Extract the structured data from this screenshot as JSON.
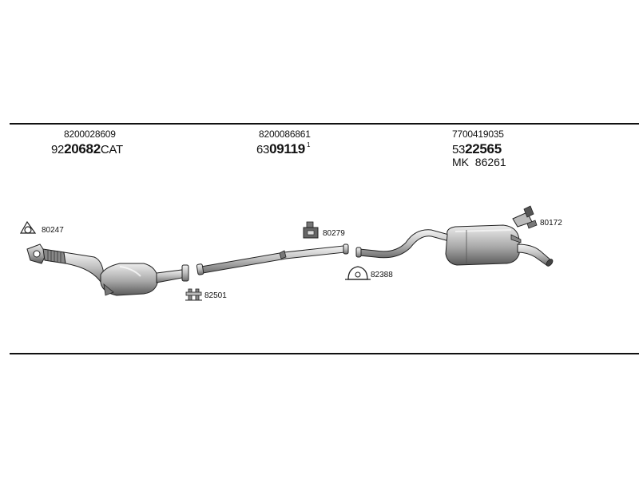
{
  "sections": [
    {
      "oe_number": "8200028609",
      "part_prefix": "92",
      "part_main": "20682",
      "part_suffix": "CAT"
    },
    {
      "oe_number": "8200086861",
      "part_prefix": "63",
      "part_main": "09119",
      "part_suffix": "1"
    },
    {
      "oe_number": "7700419035",
      "part_prefix": "53",
      "part_main": "22565",
      "part_suffix": "",
      "mk_label": "MK",
      "mk_number": "86261"
    }
  ],
  "accessories": [
    {
      "number": "80247",
      "icon": "gasket-ring-icon"
    },
    {
      "number": "82501",
      "icon": "bolt-clamp-icon"
    },
    {
      "number": "80279",
      "icon": "rubber-hanger-icon"
    },
    {
      "number": "82388",
      "icon": "pipe-clamp-icon"
    },
    {
      "number": "80172",
      "icon": "mounting-bracket-icon"
    }
  ]
}
